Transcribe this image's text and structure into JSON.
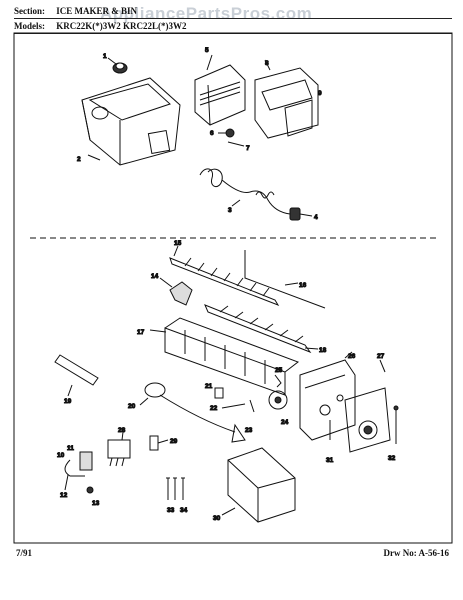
{
  "header": {
    "section_label": "Section:",
    "section_value": "ICE MAKER & BIN",
    "models_label": "Models:",
    "models_value": "KRC22K(*)3W2 KRC22L(*)3W2"
  },
  "watermark": "AppliancePartsPros.com",
  "footer": {
    "date": "7/91",
    "drawing_no": "Drw No: A-56-16"
  },
  "callouts": {
    "c1": "1",
    "c2": "2",
    "c3": "3",
    "c4": "4",
    "c5": "5",
    "c6": "6",
    "c7": "7",
    "c8": "8",
    "c9": "9",
    "c10": "10",
    "c11": "11",
    "c12": "12",
    "c13": "13",
    "c14": "14",
    "c15": "15",
    "c16": "16",
    "c17": "17",
    "c18": "18",
    "c19": "19",
    "c20": "20",
    "c21": "21",
    "c22": "22",
    "c23": "23",
    "c24": "24",
    "c25": "25",
    "c26": "26",
    "c27": "27",
    "c28": "28",
    "c29": "29",
    "c30": "30",
    "c31": "31",
    "c32": "32",
    "c33": "33",
    "c34": "34"
  }
}
